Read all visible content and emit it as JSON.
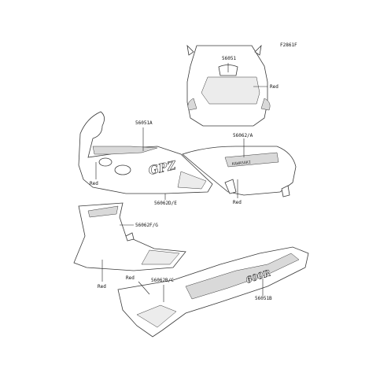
{
  "diagram": {
    "code": "F2861F",
    "parts": {
      "upper_cowl": "56051",
      "side_cowl": "56051A",
      "side_cowl_lower": "56062D/E",
      "side_cover": "56062/A",
      "lower_cowl": "56062F/G",
      "tail_cover": "56062B/C",
      "tail_cover_logo": "56051B"
    },
    "colors": {
      "red_upper": "Red",
      "red_side": "Red",
      "red_cover": "Red",
      "red_lower": "Red",
      "red_tail": "Red"
    },
    "logos": {
      "gpz": "GPZ",
      "model": "600R",
      "badge": "KAWASAKI"
    }
  }
}
